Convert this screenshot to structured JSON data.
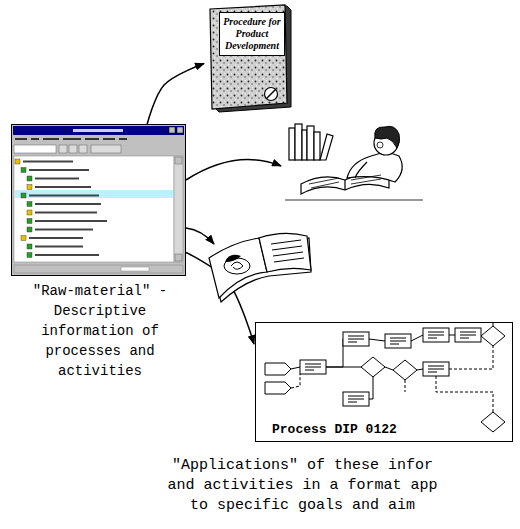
{
  "diagram": {
    "nodes": [
      {
        "text": [
          "\"Raw-material\" - Descriptive information of processes and activities"
        ]
      },
      {
        "text": [
          "Procedure for Product Development"
        ]
      },
      {
        "text": [
          "Process DIP 0122"
        ]
      }
    ],
    "edges": [
      {
        "from": 0,
        "to": 1,
        "arrow": "to"
      },
      {
        "from": 0,
        "to": 2,
        "arrow": "to"
      }
    ],
    "labels": [
      "\"Applications\" of these infor and activities in a format app to specific goals and aim"
    ]
  }
}
